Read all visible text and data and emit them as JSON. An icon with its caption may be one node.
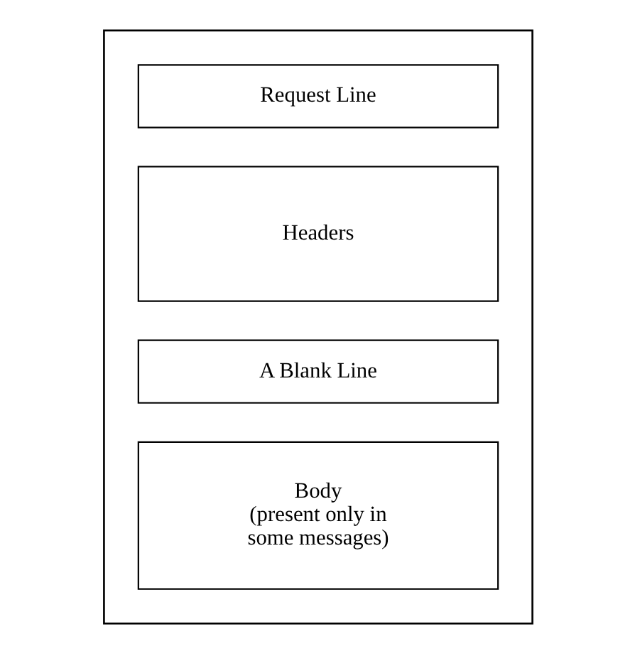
{
  "diagram": {
    "nodes": [
      {
        "text": [],
        "shape": "box"
      },
      {
        "text": [
          "Request Line"
        ],
        "in": 0
      },
      {
        "text": [
          "Headers"
        ],
        "in": 0
      },
      {
        "text": [
          "A Blank Line"
        ],
        "in": 0
      },
      {
        "text": [
          "Body",
          "(present only in some messages)"
        ],
        "in": 0
      }
    ],
    "edges": []
  }
}
